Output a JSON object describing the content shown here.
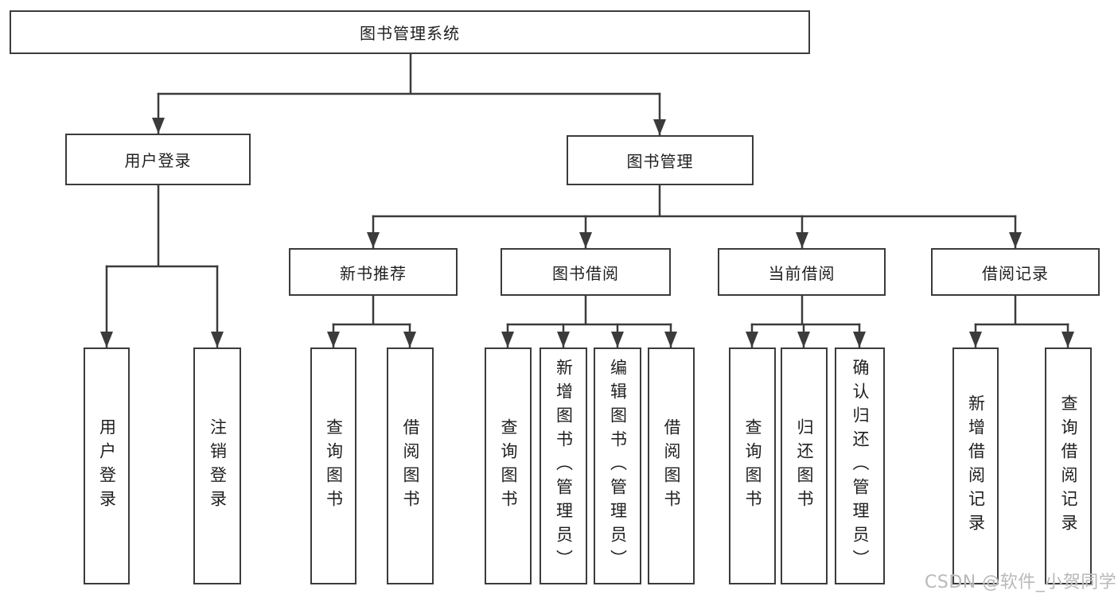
{
  "tree": {
    "label": "图书管理系统",
    "children": [
      {
        "label": "用户登录",
        "children": [
          {
            "label": "用户登录"
          },
          {
            "label": "注销登录"
          }
        ]
      },
      {
        "label": "图书管理",
        "children": [
          {
            "label": "新书推荐",
            "children": [
              {
                "label": "查询图书"
              },
              {
                "label": "借阅图书"
              }
            ]
          },
          {
            "label": "图书借阅",
            "children": [
              {
                "label": "查询图书"
              },
              {
                "label": "新增图书（管理员）"
              },
              {
                "label": "编辑图书（管理员）"
              },
              {
                "label": "借阅图书"
              }
            ]
          },
          {
            "label": "当前借阅",
            "children": [
              {
                "label": "查询图书"
              },
              {
                "label": "归还图书"
              },
              {
                "label": "确认归还（管理员）"
              }
            ]
          },
          {
            "label": "借阅记录",
            "children": [
              {
                "label": "新增借阅记录"
              },
              {
                "label": "查询借阅记录"
              }
            ]
          }
        ]
      }
    ]
  },
  "watermark": {
    "text": "CSDN @软件_小贺同学"
  },
  "colors": {
    "line": "#3b3b3b",
    "box_border": "#3b3b3b",
    "box_fill": "#ffffff",
    "text": "#1f1f1f",
    "watermark": "#b9b9b9"
  }
}
